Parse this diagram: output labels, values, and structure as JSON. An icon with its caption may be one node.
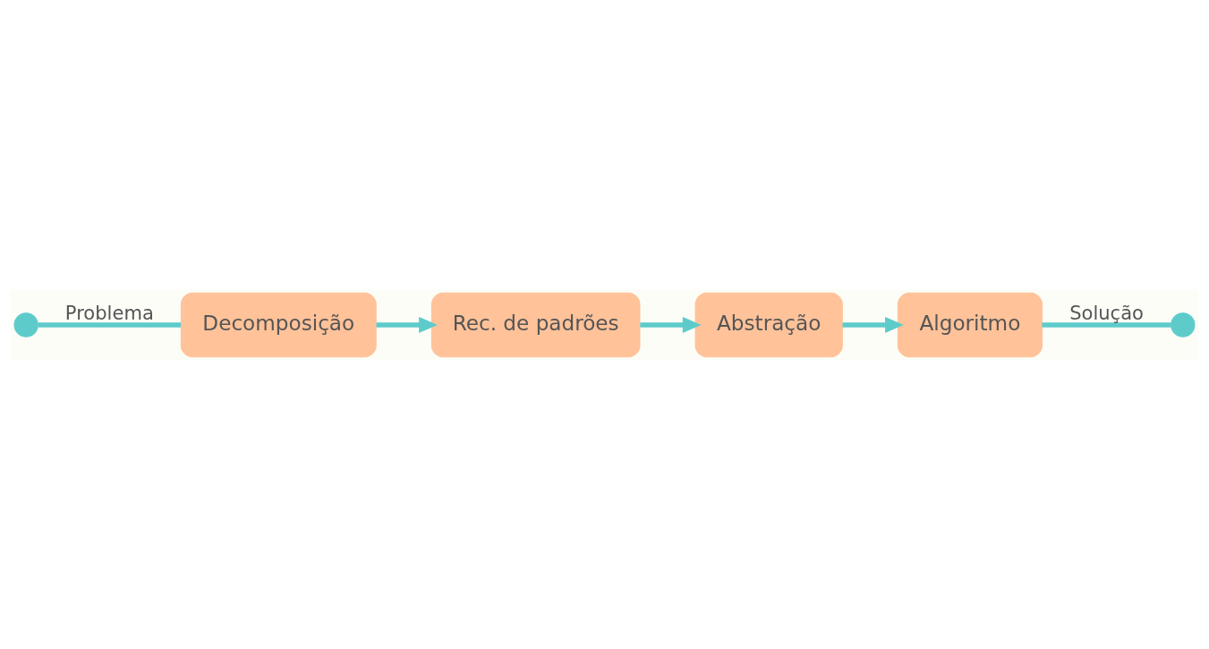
{
  "diagram": {
    "nodes": [
      {
        "text": [],
        "shape": "circle"
      },
      {
        "text": [
          "Decomposição"
        ]
      },
      {
        "text": [
          "Rec. de padrões"
        ]
      },
      {
        "text": [
          "Abstração"
        ]
      },
      {
        "text": [
          "Algoritmo"
        ]
      },
      {
        "text": [],
        "shape": "circle"
      }
    ],
    "edges": [
      {
        "from": 0,
        "to": 1,
        "arrow": "none",
        "label": "Problema"
      },
      {
        "from": 1,
        "to": 2,
        "arrow": "to"
      },
      {
        "from": 2,
        "to": 3,
        "arrow": "to"
      },
      {
        "from": 3,
        "to": 4,
        "arrow": "to"
      },
      {
        "from": 4,
        "to": 5,
        "arrow": "none",
        "label": "Solução"
      }
    ]
  }
}
